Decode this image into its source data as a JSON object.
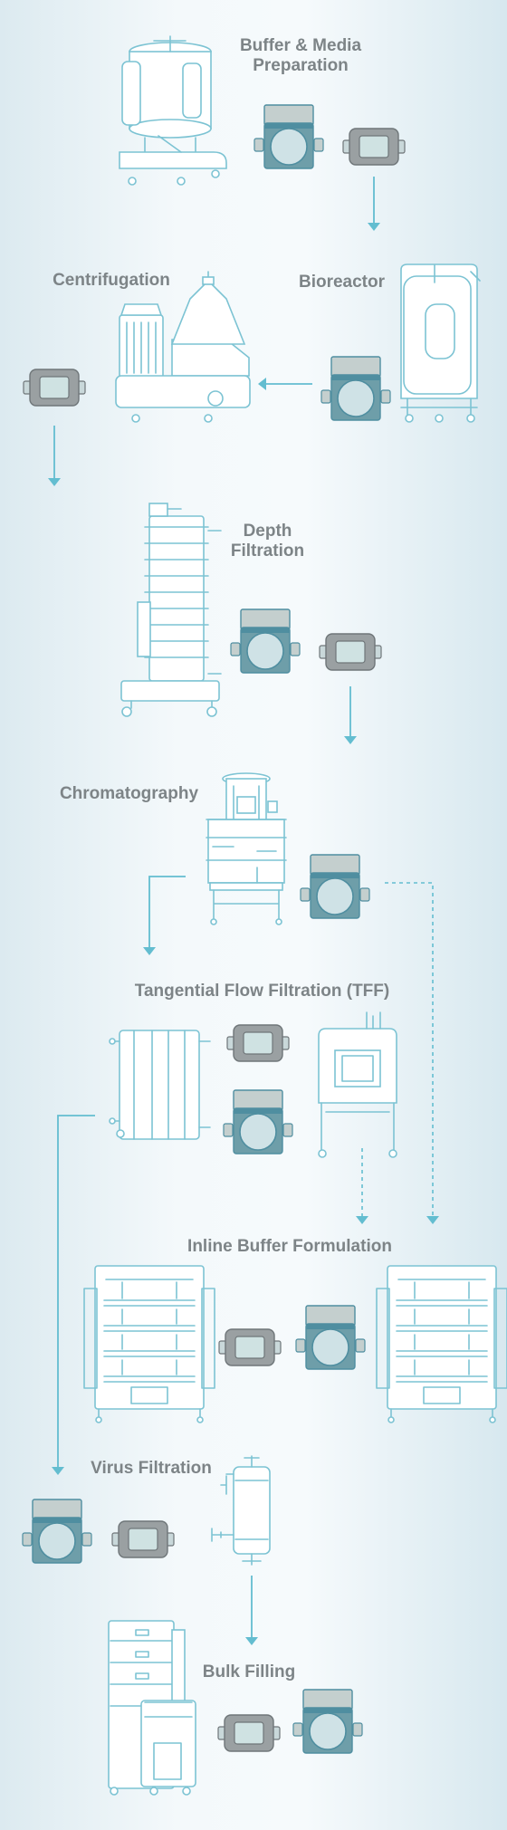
{
  "steps": [
    {
      "id": "buffer",
      "label_line1": "Buffer & Media",
      "label_line2": "Preparation"
    },
    {
      "id": "centrifugation",
      "label": "Centrifugation"
    },
    {
      "id": "bioreactor",
      "label": "Bioreactor"
    },
    {
      "id": "depth",
      "label_line1": "Depth",
      "label_line2": "Filtration"
    },
    {
      "id": "chromatography",
      "label": "Chromatography"
    },
    {
      "id": "tff",
      "label": "Tangential Flow Filtration (TFF)"
    },
    {
      "id": "inline",
      "label": "Inline Buffer Formulation"
    },
    {
      "id": "virus",
      "label": "Virus Filtration"
    },
    {
      "id": "bulk",
      "label": "Bulk Filling"
    }
  ],
  "colors": {
    "equipment_line": "#7cc3d3",
    "arrow": "#63bdd0",
    "label_text": "#7d8487",
    "pump_body": "#6e9ea9",
    "sensor_frame": "#9aa0a2"
  }
}
